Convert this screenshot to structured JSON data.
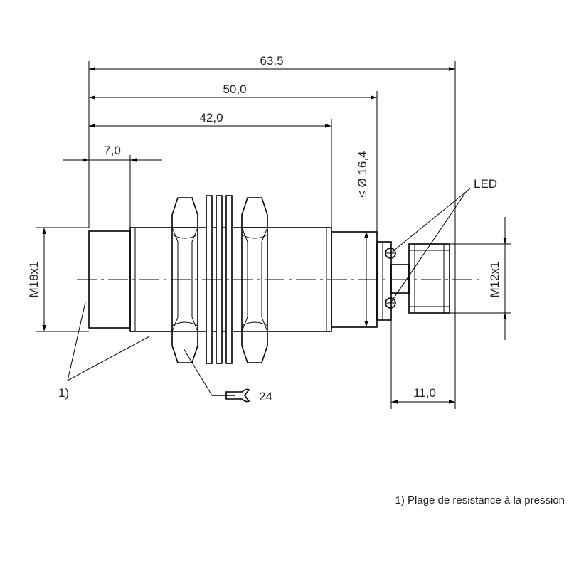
{
  "dimensions": {
    "overall_length": "63,5",
    "length_to_connector": "50,0",
    "thread_length": "42,0",
    "unthreaded_length": "7,0",
    "connector_length": "11,0",
    "max_diameter": "≤ Ø 16,4"
  },
  "threads": {
    "body_thread": "M18x1",
    "connector_thread": "M12x1"
  },
  "callouts": {
    "led": "LED",
    "wrench_size": "24",
    "pressure_ref": "1)"
  },
  "footnote": "1) Plage de résistance à la pression"
}
